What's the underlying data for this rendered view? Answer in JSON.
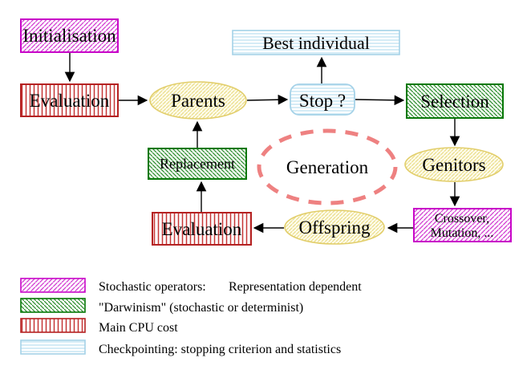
{
  "nodes": {
    "initialisation": "Initialisation",
    "evaluation_top": "Evaluation",
    "parents": "Parents",
    "best_individual": "Best individual",
    "stop": "Stop ?",
    "selection": "Selection",
    "replacement": "Replacement",
    "generation": "Generation",
    "genitors": "Genitors",
    "crossover_line1": "Crossover,",
    "crossover_line2": "Mutation, ...",
    "evaluation_bottom": "Evaluation",
    "offspring": "Offspring"
  },
  "legend": {
    "stochastic_label": "Stochastic operators:",
    "representation_label": "Representation dependent",
    "darwinism_label": "\"Darwinism\" (stochastic or determinist)",
    "cpu_label": "Main CPU cost",
    "checkpointing_label": "Checkpointing: stopping criterion and statistics"
  },
  "colors": {
    "magenta": "#c806c8",
    "green": "#067806",
    "red_border": "#b52222",
    "red_stripe": "#c53535",
    "cyan": "#a5d2e8",
    "yellow_border": "#e2ce6b",
    "yellow_hatch": "#ece092",
    "gold_text": "#e9c400",
    "salmon": "#ee8181",
    "cpu_text": "#cc1122",
    "checkpoint_text": "#9cc8e4",
    "arrow": "#000000"
  }
}
